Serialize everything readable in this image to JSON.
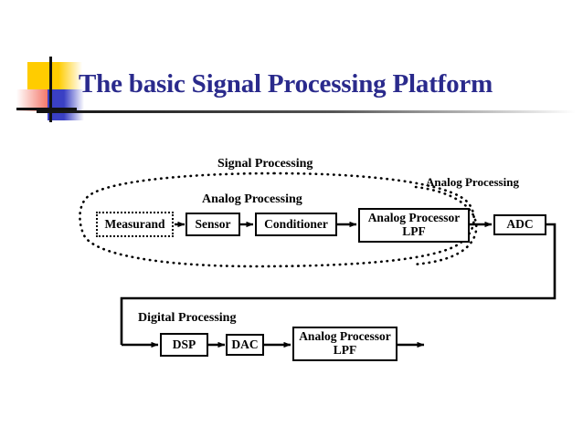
{
  "slide": {
    "title": "The basic Signal Processing Platform",
    "title_color": "#2A2A8C",
    "decoration": {
      "yellow": "#FFCC00",
      "red": "#F4796B",
      "blue": "#3A40C4",
      "cross": "#111111"
    }
  },
  "diagram": {
    "type": "block-flow-diagram",
    "group_labels": {
      "signal_processing": "Signal Processing",
      "analog_processing_left": "Analog Processing",
      "analog_processing_right": "Analog Processing",
      "digital_processing": "Digital Processing"
    },
    "blocks": {
      "measurand": "Measurand",
      "sensor": "Sensor",
      "conditioner": "Conditioner",
      "analog_processor_top_line1": "Analog Processor",
      "analog_processor_top_line2": "LPF",
      "adc": "ADC",
      "dsp": "DSP",
      "dac": "DAC",
      "analog_processor_bottom_line1": "Analog Processor",
      "analog_processor_bottom_line2": "LPF"
    },
    "flow_top": [
      "Measurand",
      "Sensor",
      "Conditioner",
      "Analog Processor LPF",
      "ADC"
    ],
    "flow_bottom": [
      "DSP",
      "DAC",
      "Analog Processor LPF"
    ],
    "stroke_color": "#000000"
  }
}
